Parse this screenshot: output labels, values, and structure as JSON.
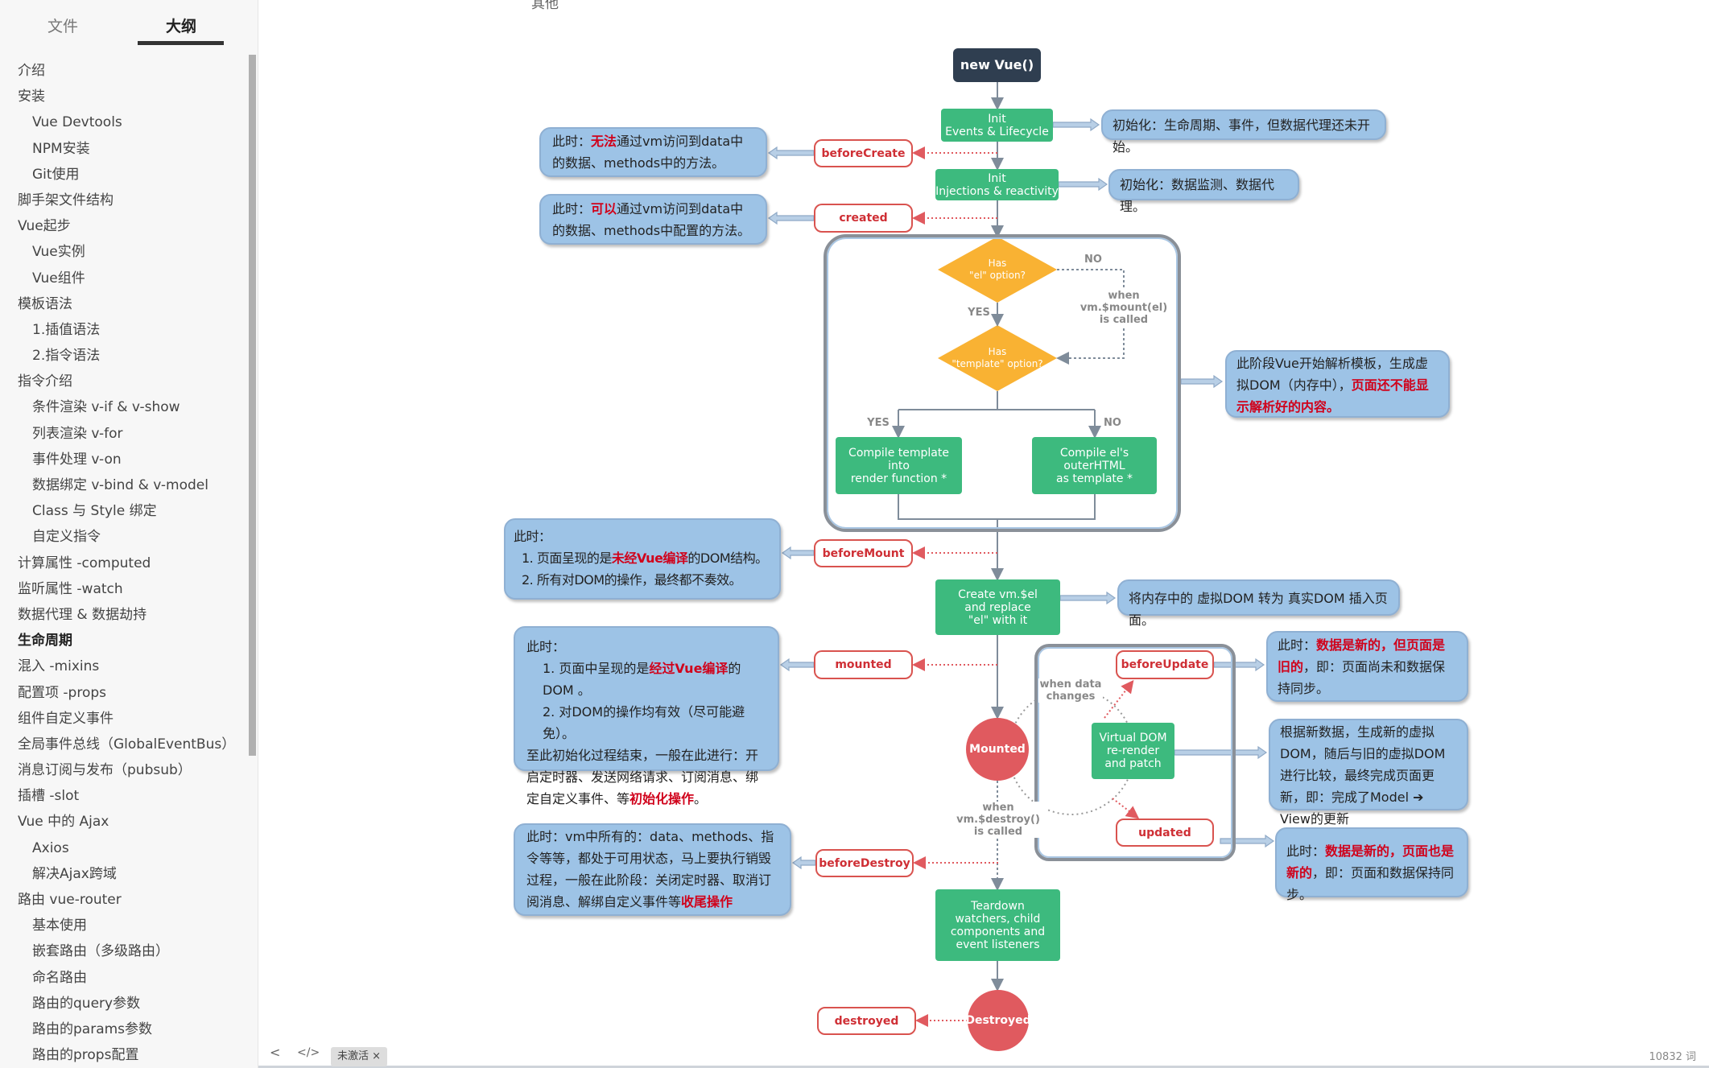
{
  "sidebar": {
    "tabs": [
      {
        "label": "文件"
      },
      {
        "label": "大纲"
      }
    ],
    "items": [
      {
        "label": "介绍",
        "level": 1
      },
      {
        "label": "安装",
        "level": 1
      },
      {
        "label": "Vue Devtools",
        "level": 2
      },
      {
        "label": "NPM安装",
        "level": 2
      },
      {
        "label": "Git使用",
        "level": 2
      },
      {
        "label": "脚手架文件结构",
        "level": 1
      },
      {
        "label": "Vue起步",
        "level": 1
      },
      {
        "label": "Vue实例",
        "level": 2
      },
      {
        "label": "Vue组件",
        "level": 2
      },
      {
        "label": "模板语法",
        "level": 1
      },
      {
        "label": "1.插值语法",
        "level": 2
      },
      {
        "label": "2.指令语法",
        "level": 2
      },
      {
        "label": "指令介绍",
        "level": 1
      },
      {
        "label": "条件渲染 v-if & v-show",
        "level": 2
      },
      {
        "label": "列表渲染 v-for",
        "level": 2
      },
      {
        "label": "事件处理 v-on",
        "level": 2
      },
      {
        "label": "数据绑定 v-bind & v-model",
        "level": 2
      },
      {
        "label": "Class 与 Style 绑定",
        "level": 2
      },
      {
        "label": "自定义指令",
        "level": 2
      },
      {
        "label": "计算属性 -computed",
        "level": 1
      },
      {
        "label": "监听属性 -watch",
        "level": 1
      },
      {
        "label": "数据代理 & 数据劫持",
        "level": 1
      },
      {
        "label": "生命周期",
        "level": 1,
        "active": true
      },
      {
        "label": "混入 -mixins",
        "level": 1
      },
      {
        "label": "配置项 -props",
        "level": 1
      },
      {
        "label": "组件自定义事件",
        "level": 1
      },
      {
        "label": "全局事件总线（GlobalEventBus）",
        "level": 1
      },
      {
        "label": "消息订阅与发布（pubsub）",
        "level": 1
      },
      {
        "label": "插槽 -slot",
        "level": 1
      },
      {
        "label": "Vue 中的 Ajax",
        "level": 1
      },
      {
        "label": "Axios",
        "level": 2
      },
      {
        "label": "解决Ajax跨域",
        "level": 2
      },
      {
        "label": "路由 vue-router",
        "level": 1
      },
      {
        "label": "基本使用",
        "level": 2
      },
      {
        "label": "嵌套路由（多级路由）",
        "level": 2
      },
      {
        "label": "命名路由",
        "level": 2
      },
      {
        "label": "路由的query参数",
        "level": 2
      },
      {
        "label": "路由的params参数",
        "level": 2
      },
      {
        "label": "路由的props配置",
        "level": 2
      }
    ]
  },
  "doc": {
    "cut_heading": "其他"
  },
  "diagram": {
    "new_vue": "new Vue()",
    "init_events": [
      "Init",
      "Events & Lifecycle"
    ],
    "init_injections": [
      "Init",
      "Injections & reactivity"
    ],
    "has_el": [
      "Has",
      "\"el\" option?"
    ],
    "has_template": [
      "Has",
      "\"template\" option?"
    ],
    "yes": "YES",
    "no": "NO",
    "when_mount": [
      "when",
      "vm.$mount(el)",
      "is called"
    ],
    "compile_template": [
      "Compile template",
      "into",
      "render function *"
    ],
    "compile_el": [
      "Compile el's",
      "outerHTML",
      "as template *"
    ],
    "create_el": [
      "Create vm.$el",
      "and replace",
      "\"el\" with it"
    ],
    "mounted_state": "Mounted",
    "when_data": [
      "when data",
      "changes"
    ],
    "virtual_dom": [
      "Virtual DOM",
      "re-render",
      "and patch"
    ],
    "when_destroy": [
      "when",
      "vm.$destroy()",
      "is called"
    ],
    "teardown": [
      "Teardown",
      "watchers, child",
      "components and",
      "event listeners"
    ],
    "destroyed_state": "Destroyed",
    "hooks": {
      "beforeCreate": "beforeCreate",
      "created": "created",
      "beforeMount": "beforeMount",
      "mounted": "mounted",
      "beforeUpdate": "beforeUpdate",
      "updated": "updated",
      "beforeDestroy": "beforeDestroy",
      "destroyed": "destroyed"
    },
    "colors": {
      "green": "#3dba7e",
      "dark": "#2f3e50",
      "diamond": "#f9b233",
      "hook_red": "#d9534f",
      "circle": "#e05a5f",
      "note_blue": "#9dc3e6",
      "highlight": "#d0021b"
    },
    "notes": {
      "init_events": [
        {
          "parts": [
            [
              "初始化：生命周期、事件，但数据代理还未开始。",
              0
            ]
          ]
        }
      ],
      "init_injections": [
        {
          "parts": [
            [
              "初始化：数据监测、数据代理。",
              0
            ]
          ]
        }
      ],
      "before_create": [
        {
          "parts": [
            [
              "此时：",
              0
            ],
            [
              "无法",
              1
            ],
            [
              "通过vm访问到data中的数据、methods中的方法。",
              0
            ]
          ]
        }
      ],
      "created": [
        {
          "parts": [
            [
              "此时：",
              0
            ],
            [
              "可以",
              1
            ],
            [
              "通过vm访问到data中的数据、methods中配置的方法。",
              0
            ]
          ]
        }
      ],
      "template": [
        {
          "parts": [
            [
              "此阶段Vue开始解析模板，生成虚拟DOM（内存中），",
              0
            ],
            [
              "页面还不能显示解析好的内容。",
              1
            ]
          ]
        }
      ],
      "before_mount": [
        {
          "parts": [
            [
              "此时：",
              0
            ]
          ]
        },
        {
          "indent": true,
          "parts": [
            [
              "1. 页面呈现的是",
              0
            ],
            [
              "未经Vue编译",
              1
            ],
            [
              "的DOM结构。",
              0
            ]
          ]
        },
        {
          "indent": true,
          "parts": [
            [
              "2. 所有对DOM的操作，最终都不奏效。",
              0
            ]
          ]
        }
      ],
      "create_el": [
        {
          "parts": [
            [
              "将内存中的 虚拟DOM 转为 真实DOM 插入页面。",
              0
            ]
          ]
        }
      ],
      "mounted": [
        {
          "parts": [
            [
              "此时：",
              0
            ]
          ]
        },
        {
          "indent": true,
          "parts": [
            [
              "1. 页面中呈现的是",
              0
            ],
            [
              "经过Vue编译",
              1
            ],
            [
              "的DOM 。",
              0
            ]
          ]
        },
        {
          "indent": true,
          "parts": [
            [
              "2. 对DOM的操作均有效（尽可能避免）。",
              0
            ]
          ]
        },
        {
          "parts": [
            [
              "至此初始化过程结束，一般在此进行：开启定时器、发送网络请求、订阅消息、绑定自定义事件、等",
              0
            ],
            [
              "初始化操作",
              1
            ],
            [
              "。",
              0
            ]
          ]
        }
      ],
      "before_update": [
        {
          "parts": [
            [
              "此时：",
              0
            ],
            [
              "数据是新的，但页面是旧的",
              1
            ],
            [
              "，即：页面尚未和数据保持同步。",
              0
            ]
          ]
        }
      ],
      "patch": [
        {
          "parts": [
            [
              "根据新数据，生成新的虚拟DOM，随后与旧的虚拟DOM进行比较，最终完成页面更新，即：完成了Model ➔ View的更新",
              0
            ]
          ]
        }
      ],
      "updated": [
        {
          "parts": [
            [
              "此时：",
              0
            ],
            [
              "数据是新的，页面也是新的",
              1
            ],
            [
              "，即：页面和数据保持同步。",
              0
            ]
          ]
        }
      ],
      "before_destroy": [
        {
          "parts": [
            [
              "此时：vm中所有的：data、methods、指令等等，都处于可用状态，马上要执行销毁过程，一般在此阶段：关闭定时器、取消订阅消息、解绑自定义事件等",
              0
            ],
            [
              "收尾操作",
              1
            ]
          ]
        }
      ]
    }
  },
  "bottombar": {
    "back": "<",
    "source": "</>",
    "tag": "未激活 ×",
    "word_count": "10832 词"
  }
}
